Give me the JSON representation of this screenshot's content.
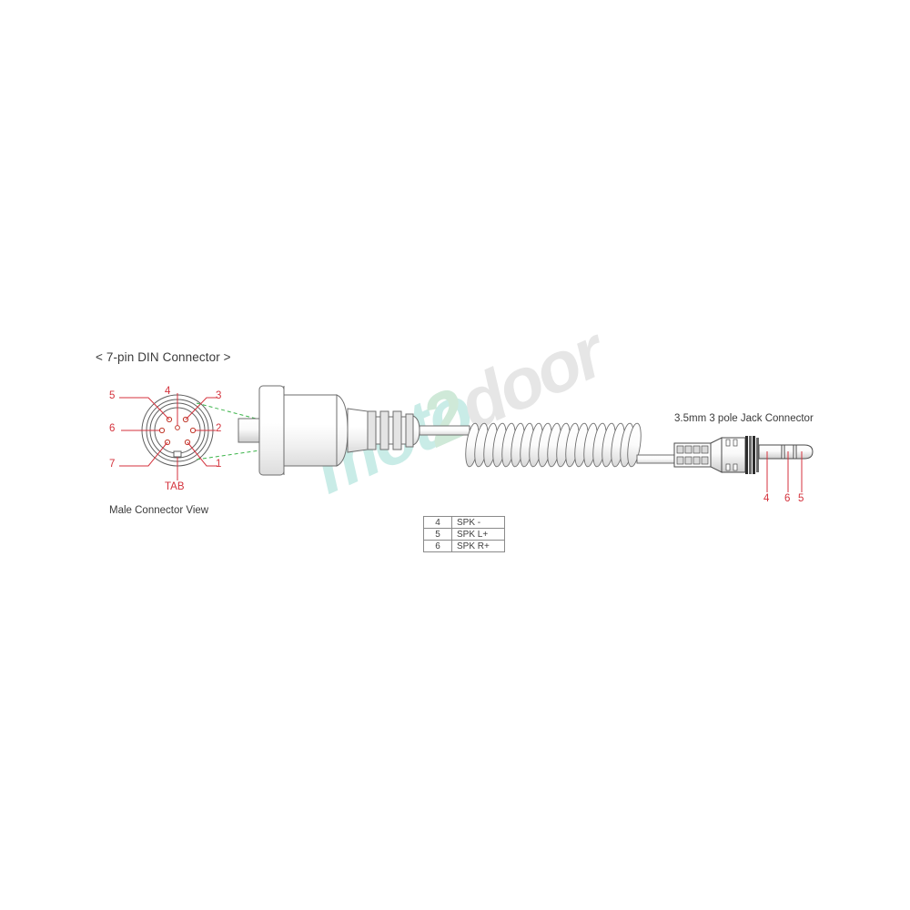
{
  "diagram": {
    "title": "< 7-pin DIN Connector >",
    "left_caption": "Male Connector View",
    "tab_label": "TAB",
    "jack_title": "3.5mm 3 pole Jack Connector"
  },
  "din_pin_labels": {
    "p1": "1",
    "p2": "2",
    "p3": "3",
    "p4": "4",
    "p5": "5",
    "p6": "6",
    "p7": "7"
  },
  "jack_pin_labels": {
    "sleeve": "4",
    "ring": "6",
    "tip": "5"
  },
  "pin_table": {
    "rows": [
      {
        "pin": "4",
        "signal": "SPK -"
      },
      {
        "pin": "5",
        "signal": "SPK L+"
      },
      {
        "pin": "6",
        "signal": "SPK R+"
      }
    ]
  },
  "watermark": {
    "part1": "moto",
    "part2": "2",
    "part3": "door"
  },
  "colors": {
    "red_annotation": "#d4323c",
    "green_dashed": "#3cb44a",
    "line_gray": "#6e6e6e",
    "text_gray": "#3a3a3a",
    "watermark_teal": "#c9ece7",
    "watermark_gray": "#e6e6e6"
  },
  "icons": {
    "din_connector": "din-connector-icon",
    "coiled_cable": "coiled-cable-icon",
    "jack_plug": "jack-plug-icon",
    "pin_circle": "din-pinout-circle-icon"
  }
}
